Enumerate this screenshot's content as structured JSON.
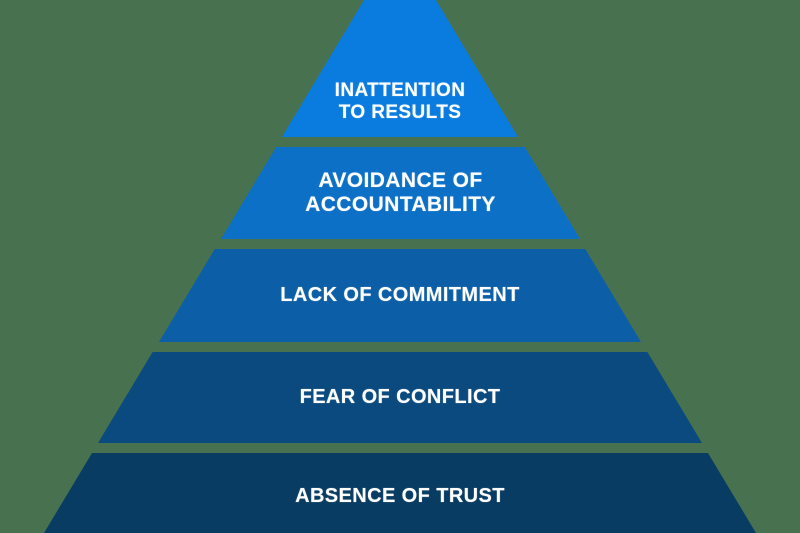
{
  "diagram": {
    "type": "pyramid",
    "background_color": "#48714F",
    "text_color": "#FFFFFF",
    "levels": [
      {
        "id": "inattention-to-results",
        "lines": [
          "INATTENTION",
          "TO RESULTS"
        ],
        "color": "#0B7CDF"
      },
      {
        "id": "avoidance-of-accountability",
        "lines": [
          "AVOIDANCE OF",
          "ACCOUNTABILITY"
        ],
        "color": "#0C70C7"
      },
      {
        "id": "lack-of-commitment",
        "lines": [
          "LACK OF COMMITMENT"
        ],
        "color": "#0C5FA7"
      },
      {
        "id": "fear-of-conflict",
        "lines": [
          "FEAR OF CONFLICT"
        ],
        "color": "#0A4A7E"
      },
      {
        "id": "absence-of-trust",
        "lines": [
          "ABSENCE OF TRUST"
        ],
        "color": "#093C62"
      }
    ]
  }
}
